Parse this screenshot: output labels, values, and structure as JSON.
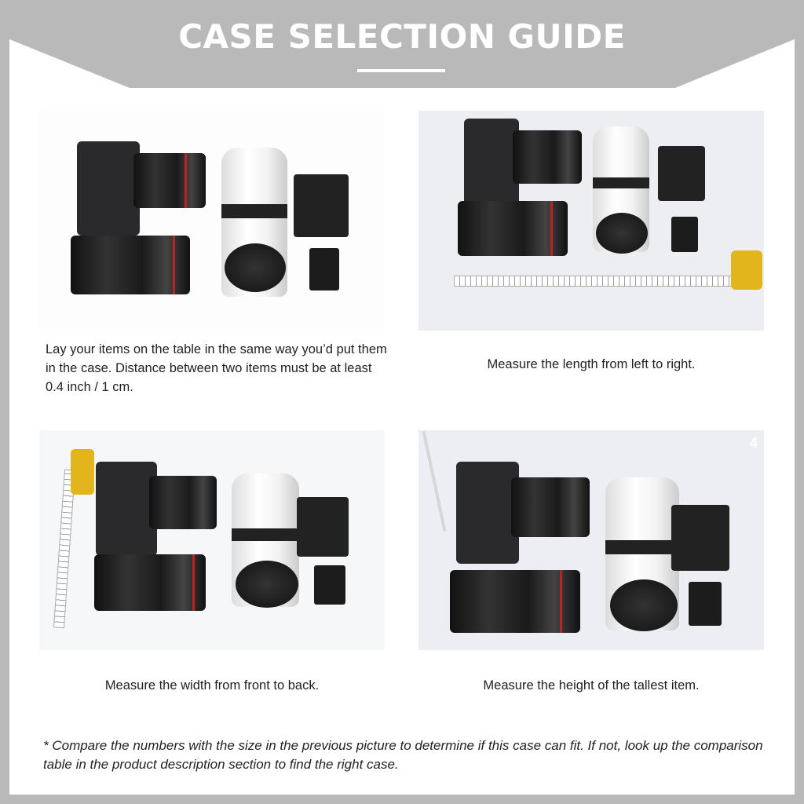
{
  "header": {
    "title": "CASE SELECTION GUIDE"
  },
  "steps": [
    {
      "caption": "Lay your items on the table in the same way you’d put them in the case. Distance between two items must be at least 0.4 inch / 1 cm."
    },
    {
      "caption": "Measure the length from left to right."
    },
    {
      "caption": "Measure the width from front to back."
    },
    {
      "caption": "Measure the height of the tallest item.",
      "badge": "4"
    }
  ],
  "footnote": "* Compare the numbers with the size in the previous picture to determine if this case can fit. If not, look up the comparison table in the product description section to find the right case.",
  "colors": {
    "frame": "#b9b9b9",
    "background": "#ffffff",
    "text": "#222222"
  }
}
